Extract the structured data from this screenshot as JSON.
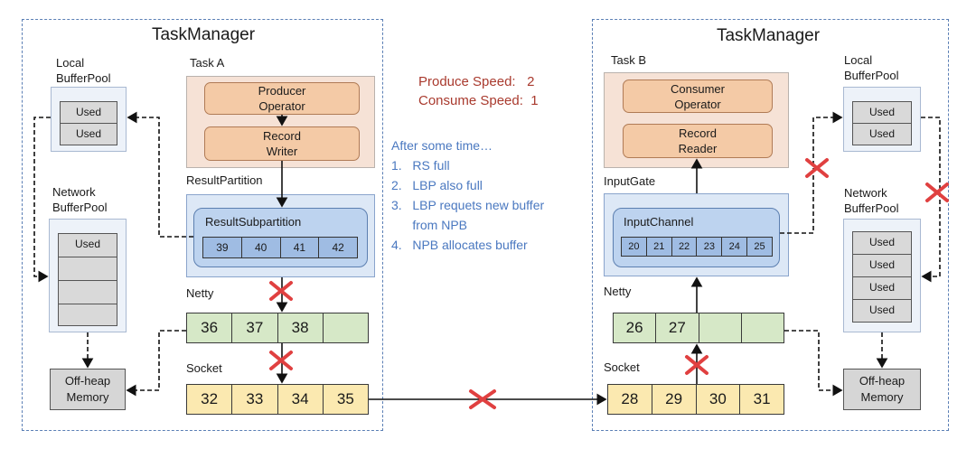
{
  "left": {
    "title": "TaskManager",
    "local_pool_label": [
      "Local",
      "BufferPool"
    ],
    "local_pool_slots": [
      "Used",
      "Used"
    ],
    "network_pool_label": [
      "Network",
      "BufferPool"
    ],
    "network_pool_slots": [
      "Used",
      "",
      "",
      ""
    ],
    "offheap_label": [
      "Off-heap",
      "Memory"
    ],
    "task_label": "Task A",
    "producer_op": [
      "Producer",
      "Operator"
    ],
    "record_writer": [
      "Record",
      "Writer"
    ],
    "partition_label": "ResultPartition",
    "subpartition_label": "ResultSubpartition",
    "subpartition_cells": [
      "39",
      "40",
      "41",
      "42"
    ],
    "netty_label": "Netty",
    "netty_cells": [
      "36",
      "37",
      "38",
      ""
    ],
    "socket_label": "Socket",
    "socket_cells": [
      "32",
      "33",
      "34",
      "35"
    ]
  },
  "right": {
    "title": "TaskManager",
    "task_label": "Task B",
    "consumer_op": [
      "Consumer",
      "Operator"
    ],
    "record_reader": [
      "Record",
      "Reader"
    ],
    "gate_label": "InputGate",
    "channel_label": "InputChannel",
    "channel_cells": [
      "20",
      "21",
      "22",
      "23",
      "24",
      "25"
    ],
    "netty_label": "Netty",
    "netty_cells": [
      "26",
      "27",
      "",
      ""
    ],
    "socket_label": "Socket",
    "socket_cells": [
      "28",
      "29",
      "30",
      "31"
    ],
    "local_pool_label": [
      "Local",
      "BufferPool"
    ],
    "local_pool_slots": [
      "Used",
      "Used"
    ],
    "network_pool_label": [
      "Network",
      "BufferPool"
    ],
    "network_pool_slots": [
      "Used",
      "Used",
      "Used",
      "Used"
    ],
    "offheap_label": [
      "Off-heap",
      "Memory"
    ]
  },
  "middle": {
    "produce_speed": "Produce Speed:   2",
    "consume_speed": "Consume Speed:  1",
    "after_title": "After some time…",
    "steps": [
      "1.   RS full",
      "2.   LBP also full",
      "3.   LBP requets new buffer",
      "      from NPB",
      "4.   NPB allocates buffer"
    ]
  },
  "colors": {
    "dashed_border": "#5b7fb5",
    "speed_text": "#a93a2e",
    "note_text": "#4a78c0",
    "blocked_cross": "#e04040"
  }
}
